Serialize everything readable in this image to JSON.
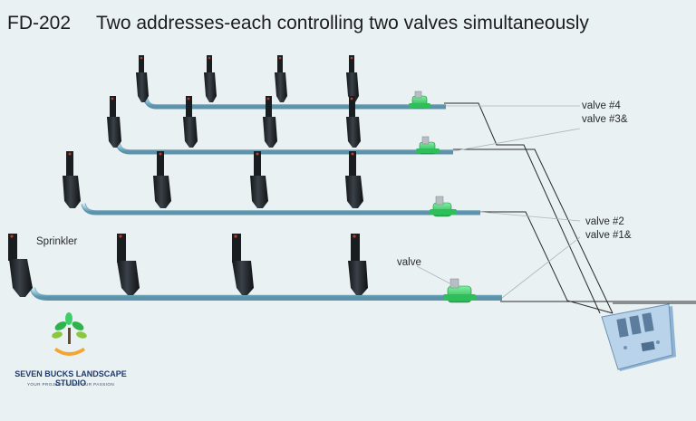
{
  "header": {
    "code": "FD-202",
    "title": "Two addresses-each controlling two valves simultaneously"
  },
  "labels": {
    "sprinkler": "Sprinkler",
    "valve": "valve",
    "valve4": "valve #4",
    "valve3": "valve #3&",
    "valve2": "valve #2",
    "valve1": "valve #1&"
  },
  "logo": {
    "name": "SEVEN BUCKS LANDSCAPE STUDIO",
    "tagline": "YOUR PROJECT CARE, OUR PASSION",
    "icon": "tree-hand-logo"
  },
  "colors": {
    "background": "#e9f1f3",
    "pipe": "#8fc3d8",
    "sprinkler": "#1f2327",
    "valve": "#3fcf6a",
    "wire": "#2a2a2a",
    "controller": "#b9d3ea"
  }
}
